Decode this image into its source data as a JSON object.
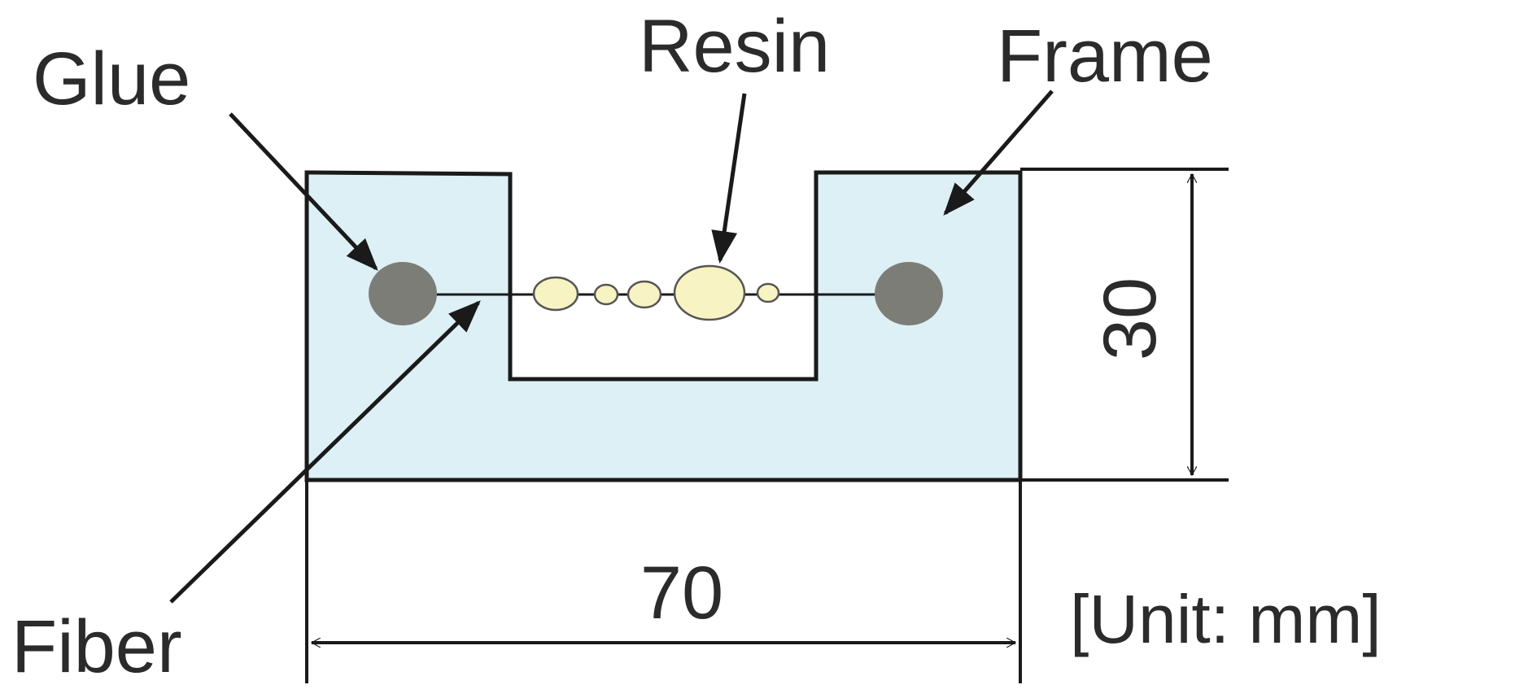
{
  "labels": {
    "glue": "Glue",
    "resin": "Resin",
    "frame": "Frame",
    "fiber": "Fiber"
  },
  "dimensions": {
    "width": "70",
    "height": "30",
    "unit": "[Unit: mm]"
  },
  "colors": {
    "frame_fill": "#dcf0f6",
    "glue_fill": "#7d7d78",
    "resin_fill": "#f7f3c2",
    "stroke": "#1a1a1a"
  }
}
